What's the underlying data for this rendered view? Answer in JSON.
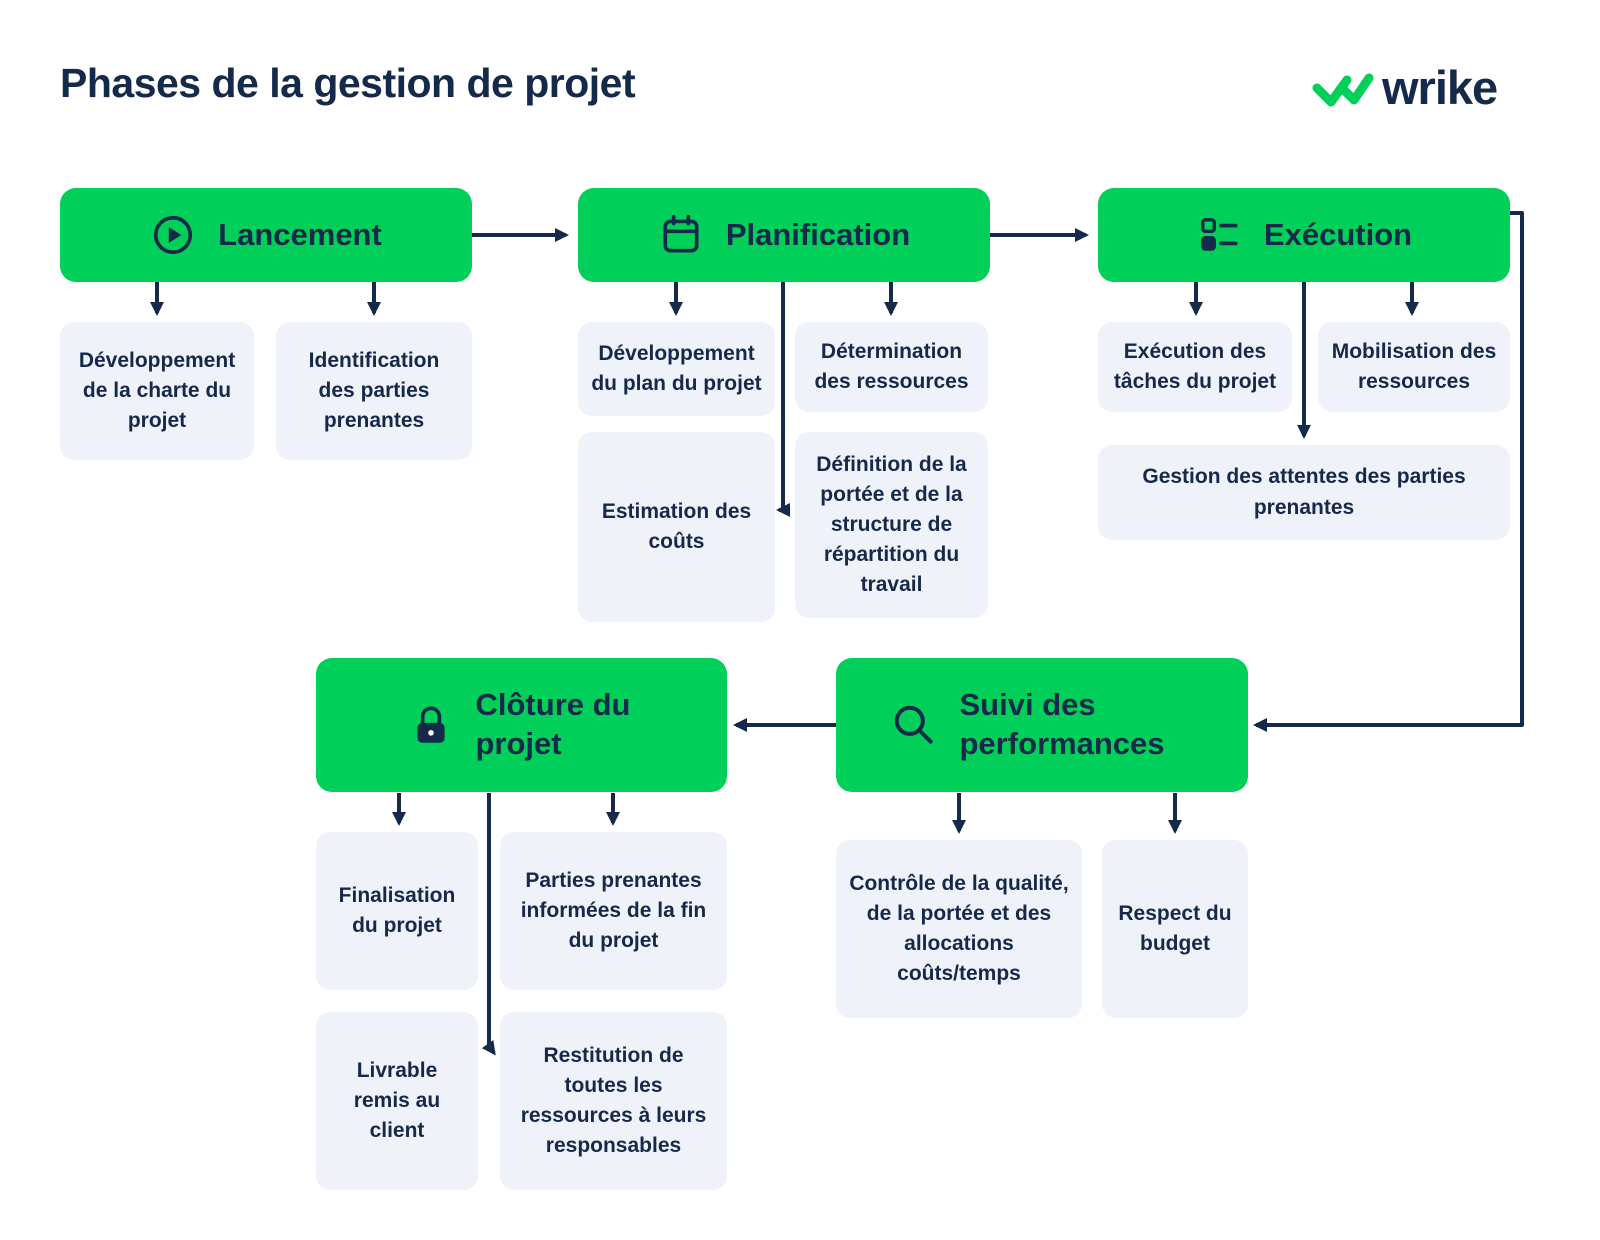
{
  "title": "Phases de la gestion de projet",
  "brand": {
    "name": "wrike"
  },
  "colors": {
    "green": "#00D05A",
    "navy": "#15294B",
    "task_gray": "#EFF2F8",
    "background": "#FFFFFF"
  },
  "phases": {
    "lancement": {
      "label": "Lancement",
      "icon": "play-icon"
    },
    "planification": {
      "label": "Planification",
      "icon": "calendar-icon"
    },
    "execution": {
      "label": "Exécution",
      "icon": "checklist-icon"
    },
    "cloture": {
      "label": "Clôture du projet",
      "icon": "lock-icon"
    },
    "suivi": {
      "label": "Suivi des performances",
      "icon": "search-icon"
    }
  },
  "tasks": {
    "dev_charte": "Développement de la charte du projet",
    "identification": "Identification des parties prenantes",
    "dev_plan": "Développement du plan du projet",
    "determination": "Détermination des ressources",
    "estimation": "Estimation des coûts",
    "definition": "Définition de la portée et de la structure de répartition du travail",
    "exec_taches": "Exécution des tâches du projet",
    "mobilisation": "Mobilisation des ressources",
    "gestion_attentes": "Gestion des attentes des parties prenantes",
    "finalisation": "Finalisation du projet",
    "parties_informees": "Parties prenantes informées de la fin du projet",
    "livrable": "Livrable remis au client",
    "restitution": "Restitution de toutes les ressources à leurs responsables",
    "controle": "Contrôle de la qualité, de la portée et des allocations coûts/temps",
    "respect_budget": "Respect du budget"
  }
}
